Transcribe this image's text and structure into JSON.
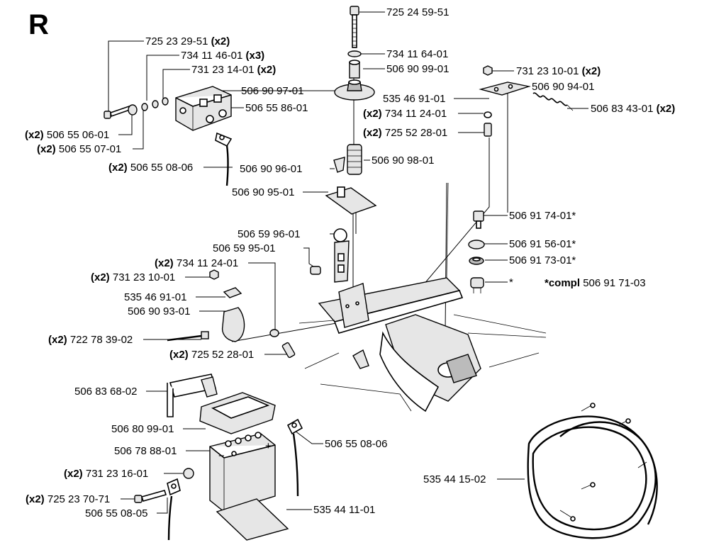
{
  "section_letter": "R",
  "multiplier_prefix": "(x2)",
  "callouts": [
    {
      "id": "c01",
      "part": "725 24 59-51",
      "qty": ""
    },
    {
      "id": "c02",
      "part": "734 11 64-01",
      "qty": ""
    },
    {
      "id": "c03",
      "part": "506 90 99-01",
      "qty": ""
    },
    {
      "id": "c04",
      "part": "725 23 29-51",
      "qty": "(x2)"
    },
    {
      "id": "c05",
      "part": "734 11 46-01",
      "qty": "(x3)"
    },
    {
      "id": "c06",
      "part": "731 23 14-01",
      "qty": "(x2)"
    },
    {
      "id": "c07",
      "part": "506 90 97-01",
      "qty": ""
    },
    {
      "id": "c08",
      "part": "506 55 86-01",
      "qty": ""
    },
    {
      "id": "c09",
      "part": "731 23 10-01",
      "qty": "(x2)"
    },
    {
      "id": "c10",
      "part": "535 46 91-01",
      "qty": ""
    },
    {
      "id": "c11",
      "part": "506 90 94-01",
      "qty": ""
    },
    {
      "id": "c12",
      "part": "506 83 43-01",
      "qty": "(x2)"
    },
    {
      "id": "c13",
      "part": "734 11 24-01",
      "qty": "(x2)"
    },
    {
      "id": "c14",
      "part": "725 52 28-01",
      "qty": "(x2)"
    },
    {
      "id": "c15",
      "part": "506 55 06-01",
      "qty": "(x2)"
    },
    {
      "id": "c16",
      "part": "506 55 07-01",
      "qty": "(x2)"
    },
    {
      "id": "c17",
      "part": "506 55 08-06",
      "qty": "(x2)"
    },
    {
      "id": "c18",
      "part": "506 90 98-01",
      "qty": ""
    },
    {
      "id": "c19",
      "part": "506 90 96-01",
      "qty": ""
    },
    {
      "id": "c20",
      "part": "506 90 95-01",
      "qty": ""
    },
    {
      "id": "c21",
      "part": "506 91 74-01*",
      "qty": ""
    },
    {
      "id": "c22",
      "part": "506 59 96-01",
      "qty": ""
    },
    {
      "id": "c23",
      "part": "506 91 56-01*",
      "qty": ""
    },
    {
      "id": "c24",
      "part": "506 59 95-01",
      "qty": ""
    },
    {
      "id": "c25",
      "part": "506 91 73-01*",
      "qty": ""
    },
    {
      "id": "c26",
      "part": "734 11 24-01",
      "qty": "(x2)"
    },
    {
      "id": "c27",
      "part": "731 23 10-01",
      "qty": "(x2)"
    },
    {
      "id": "c28",
      "part": "*",
      "qty": ""
    },
    {
      "id": "c29",
      "part": "535 46 91-01",
      "qty": ""
    },
    {
      "id": "c30",
      "part": "506 90 93-01",
      "qty": ""
    },
    {
      "id": "c31",
      "part": "722 78 39-02",
      "qty": "(x2)"
    },
    {
      "id": "c32",
      "part": "725 52 28-01",
      "qty": "(x2)"
    },
    {
      "id": "c33",
      "part": "506 83 68-02",
      "qty": ""
    },
    {
      "id": "c34",
      "part": "506 80 99-01",
      "qty": ""
    },
    {
      "id": "c35",
      "part": "506 55 08-06",
      "qty": ""
    },
    {
      "id": "c36",
      "part": "506 78 88-01",
      "qty": ""
    },
    {
      "id": "c37",
      "part": "731 23 16-01",
      "qty": "(x2)"
    },
    {
      "id": "c38",
      "part": "535 44 15-02",
      "qty": ""
    },
    {
      "id": "c39",
      "part": "725 23 70-71",
      "qty": "(x2)"
    },
    {
      "id": "c40",
      "part": "506 55 08-05",
      "qty": ""
    },
    {
      "id": "c41",
      "part": "535 44 11-01",
      "qty": ""
    }
  ],
  "compl_note": {
    "prefix": "*compl",
    "part": "506 91 71-03"
  },
  "battery_terminal_plus": "+",
  "battery_terminal_minus": "−"
}
